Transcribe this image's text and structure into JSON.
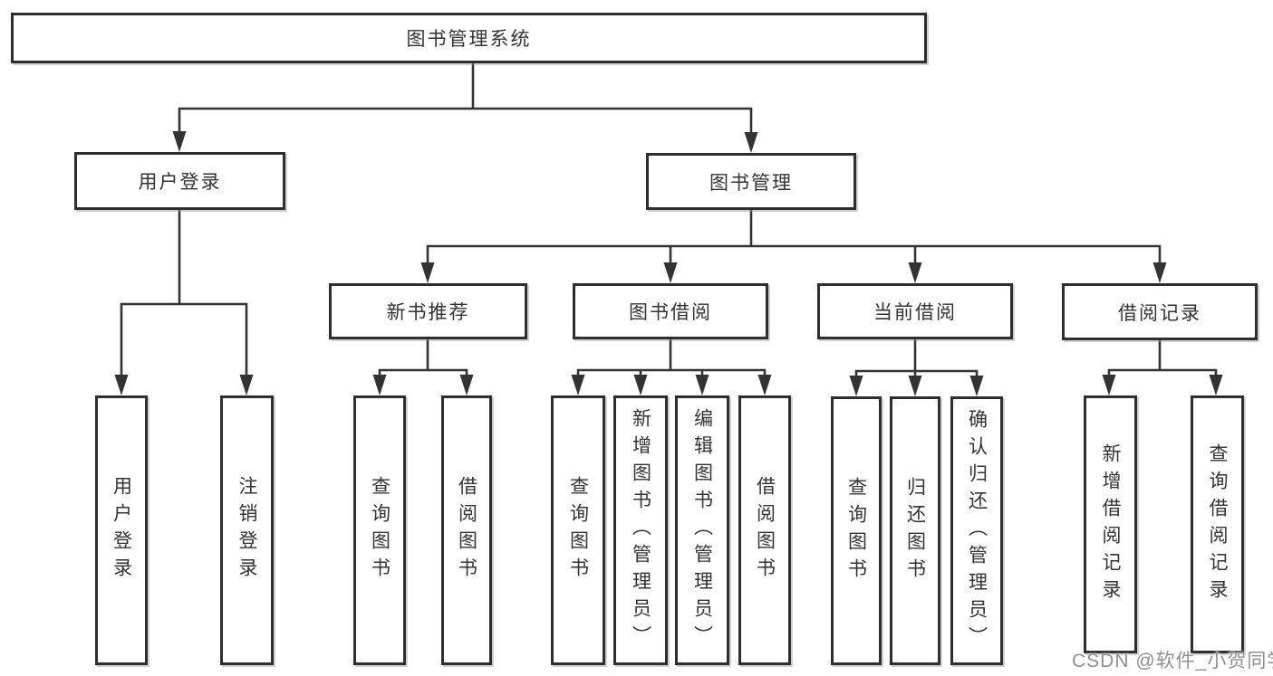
{
  "tree": {
    "label": "图书管理系统",
    "children": [
      {
        "label": "用户登录",
        "children": [
          {
            "label": "用户登录"
          },
          {
            "label": "注销登录"
          }
        ]
      },
      {
        "label": "图书管理",
        "children": [
          {
            "label": "新书推荐",
            "children": [
              {
                "label": "查询图书"
              },
              {
                "label": "借阅图书"
              }
            ]
          },
          {
            "label": "图书借阅",
            "children": [
              {
                "label": "查询图书"
              },
              {
                "label": "新增图书（管理员）"
              },
              {
                "label": "编辑图书（管理员）"
              },
              {
                "label": "借阅图书"
              }
            ]
          },
          {
            "label": "当前借阅",
            "children": [
              {
                "label": "查询图书"
              },
              {
                "label": "归还图书"
              },
              {
                "label": "确认归还（管理员）"
              }
            ]
          },
          {
            "label": "借阅记录",
            "children": [
              {
                "label": "新增借阅记录"
              },
              {
                "label": "查询借阅记录"
              }
            ]
          }
        ]
      }
    ]
  },
  "watermark": {
    "text": "CSDN @软件_小贺同学"
  },
  "colors": {
    "line": "#333333",
    "box_border": "#2e2e2e",
    "box_fill": "#ffffff",
    "text": "#333333",
    "watermark": "#8f8f8f"
  }
}
